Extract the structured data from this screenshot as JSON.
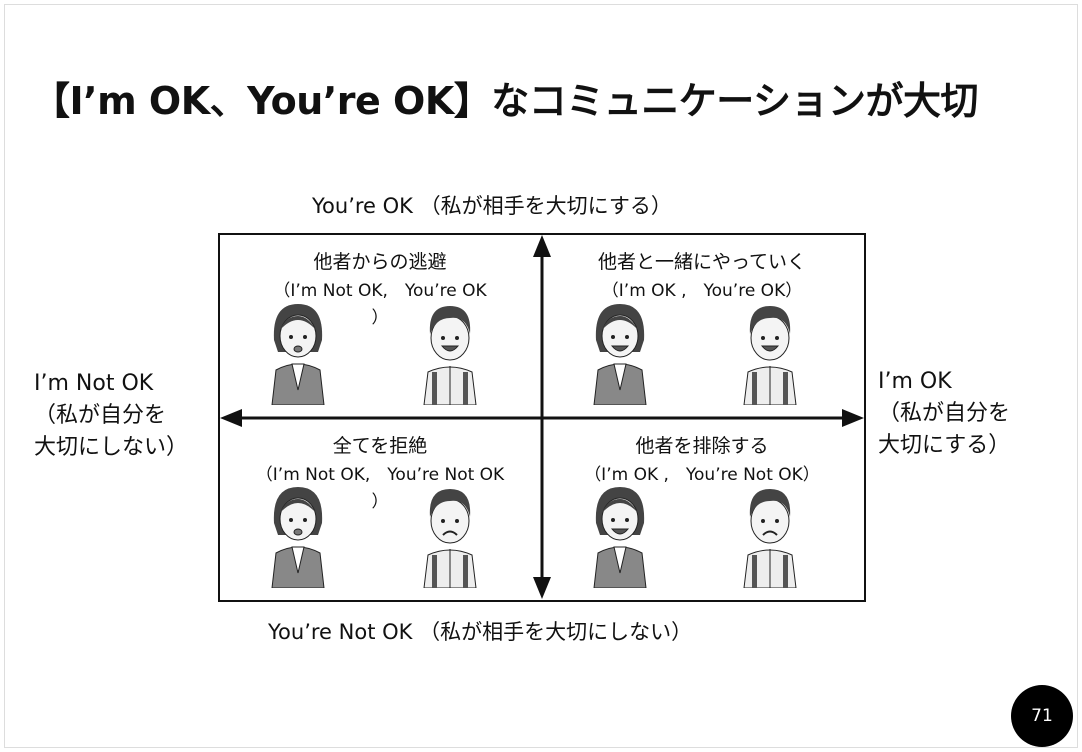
{
  "title": "【I’m OK、You’re OK】なコミュニケーションが大切",
  "axes": {
    "top": "You’re OK （私が相手を大切にする）",
    "bottom": "You’re Not OK （私が相手を大切にしない）",
    "left": [
      "I’m Not OK",
      "（私が自分を",
      "大切にしない）"
    ],
    "right": [
      "I’m OK",
      "（私が自分を",
      "大切にする）"
    ]
  },
  "quadrants": [
    {
      "heading": "他者からの逃避",
      "sub": "（I’m Not OK,　You’re OK",
      "sub2": "）",
      "woman": "worried",
      "man": "smiling"
    },
    {
      "heading": "他者と一緒にやっていく",
      "sub": "（I’m OK ,　You’re OK）",
      "sub2": "",
      "woman": "smiling",
      "man": "smiling"
    },
    {
      "heading": "全てを拒絶",
      "sub": "（I’m Not OK,　You’re Not OK",
      "sub2": "）",
      "woman": "worried",
      "man": "frowning"
    },
    {
      "heading": "他者を排除する",
      "sub": "（I’m OK ,　You’re Not OK）",
      "sub2": "",
      "woman": "smiling",
      "man": "frowning"
    }
  ],
  "page_number": "71"
}
